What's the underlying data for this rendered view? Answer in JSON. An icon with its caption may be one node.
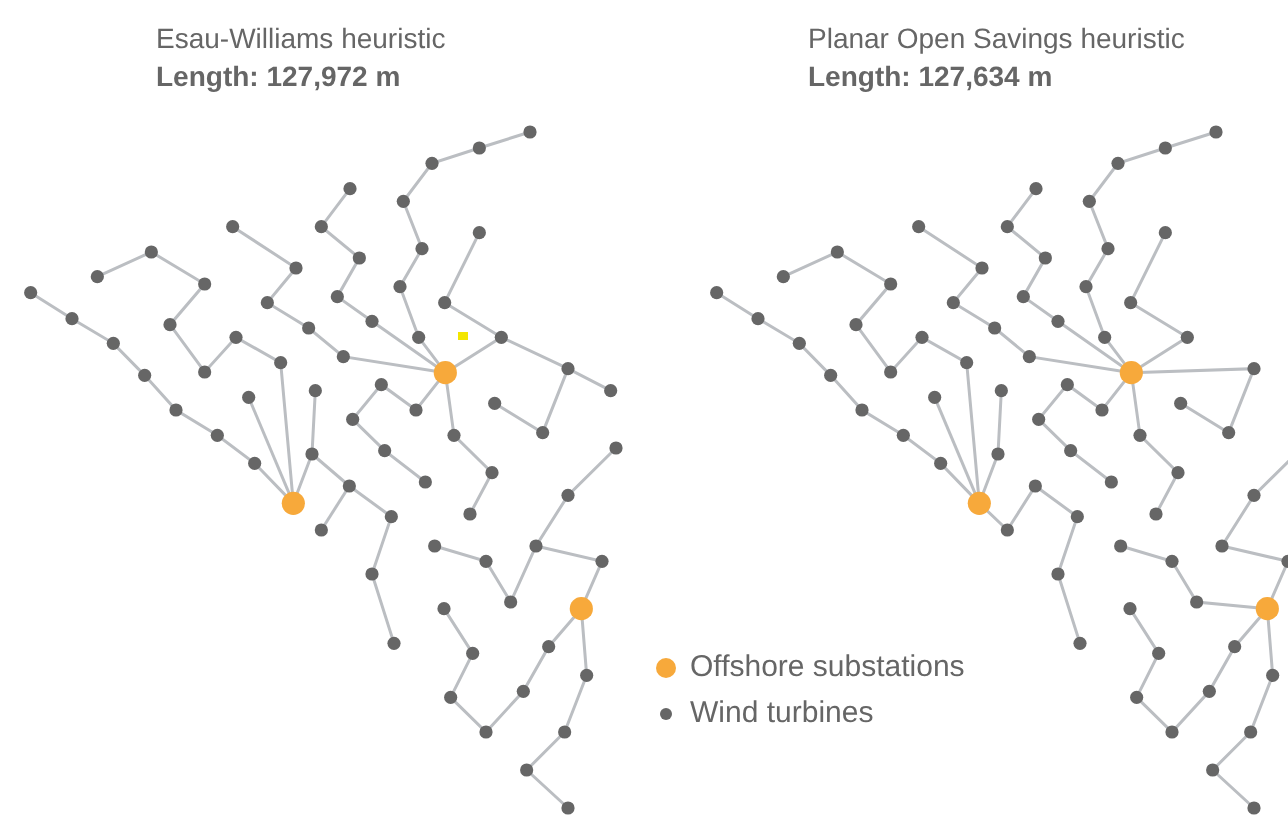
{
  "diagram": {
    "labels": [
      "Esau-Williams heuristic",
      "Length: 127,972 m",
      "Planar Open Savings heuristic",
      "Length: 127,634 m"
    ],
    "legend": [
      {
        "text": "Offshore substations",
        "color": "#f7a93b"
      },
      {
        "text": "Wind turbines",
        "color": "#666666"
      }
    ]
  }
}
